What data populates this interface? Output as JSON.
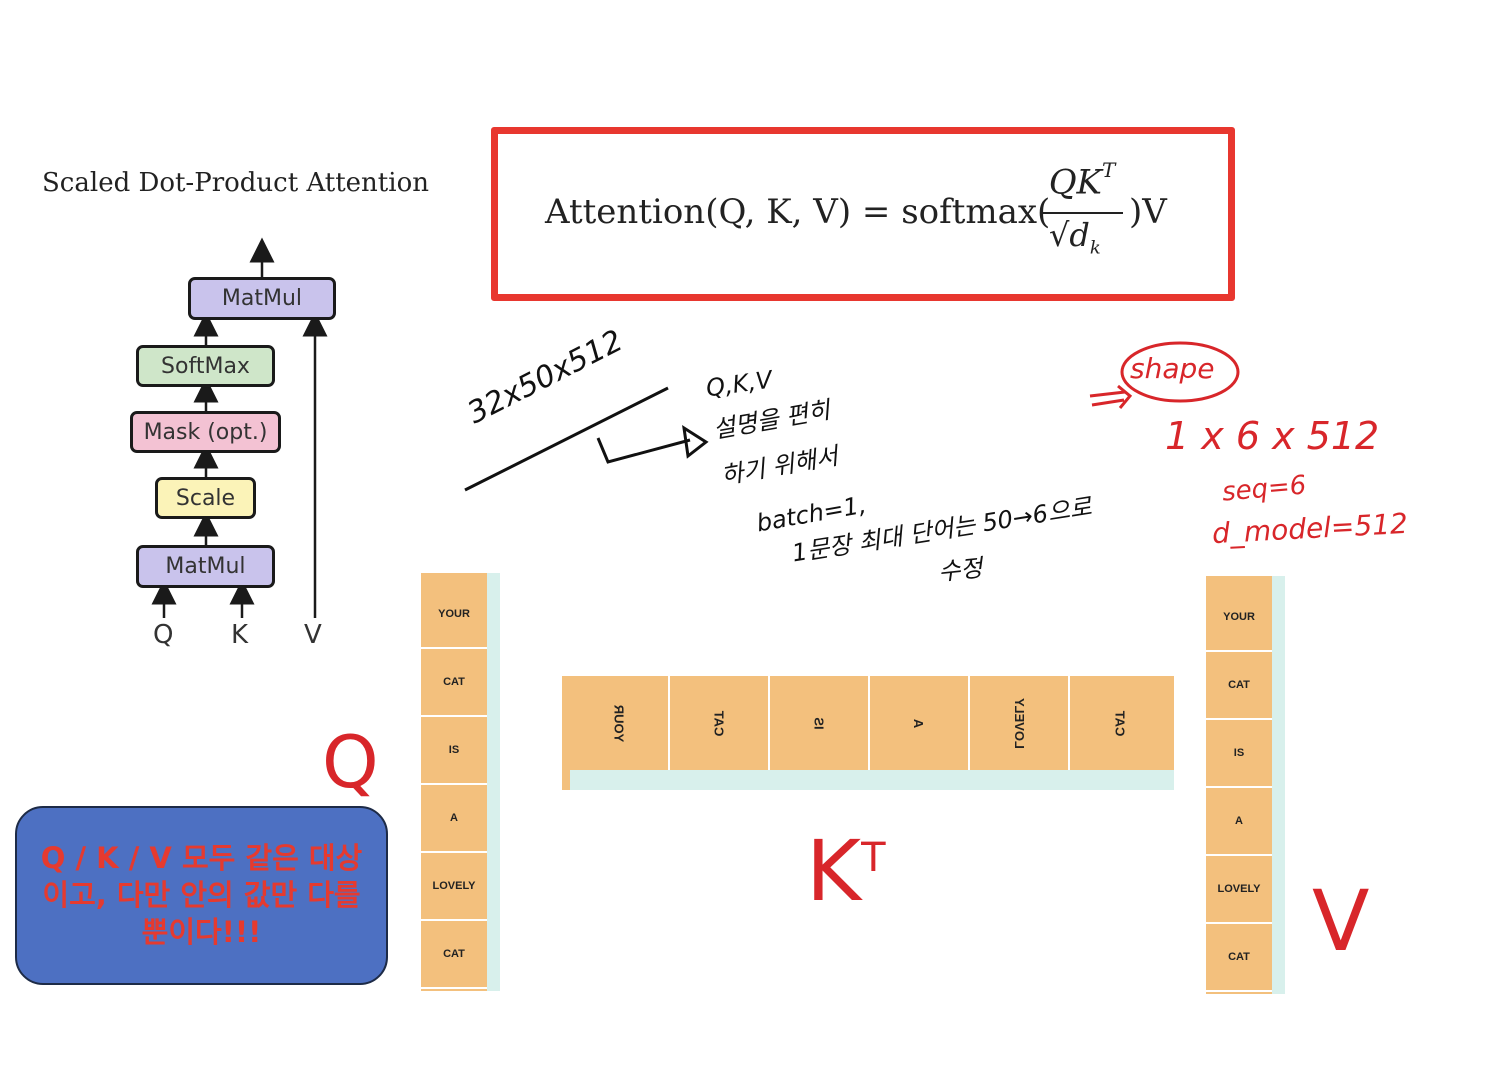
{
  "diagram": {
    "title": "Scaled Dot-Product Attention",
    "blocks": {
      "matmul_top": "MatMul",
      "softmax": "SoftMax",
      "mask": "Mask (opt.)",
      "scale": "Scale",
      "matmul_bottom": "MatMul"
    },
    "inputs": {
      "q": "Q",
      "k": "K",
      "v": "V"
    },
    "colors": {
      "matmul": "#c9c3ec",
      "softmax": "#cfe6c9",
      "mask": "#f3c2d3",
      "scale": "#fbf3b8"
    }
  },
  "formula": {
    "lhs": "Attention(Q, K, V) = softmax(",
    "numerator": "QK",
    "numerator_sup": "T",
    "denominator_root": "√d",
    "denominator_sub": "k",
    "rhs": ")V",
    "border_color": "#e8372f"
  },
  "q_strip": {
    "tokens": [
      "YOUR",
      "CAT",
      "IS",
      "A",
      "LOVELY",
      "CAT"
    ]
  },
  "kt_strip": {
    "tokens": [
      "YOUR",
      "CAT",
      "IS",
      "A",
      "LOVELY",
      "CAT"
    ]
  },
  "v_strip": {
    "tokens": [
      "YOUR",
      "CAT",
      "IS",
      "A",
      "LOVELY",
      "CAT"
    ]
  },
  "note": {
    "text": "Q / K / V 모두 같은 대상이고, 다만 안의 값만 다를 뿐이다!!!",
    "background": "#4d70c2",
    "text_color": "#e53a2f"
  },
  "handwriting": {
    "shape_dims": "32x50x512",
    "explanation_1": "Q,K,V",
    "explanation_2": "설명을 편히",
    "explanation_3": "하기 위해서",
    "explanation_4": "batch=1,",
    "explanation_5": "1문장 최대 단어는 50→6으로",
    "explanation_6": "수정",
    "shape_label": "shape",
    "red_dims": "1 x 6 x 512",
    "seq": "seq=6",
    "d_model": "d_model=512",
    "label_q": "Q",
    "label_kt": "K",
    "label_kt_sup": "T",
    "label_v": "V"
  }
}
